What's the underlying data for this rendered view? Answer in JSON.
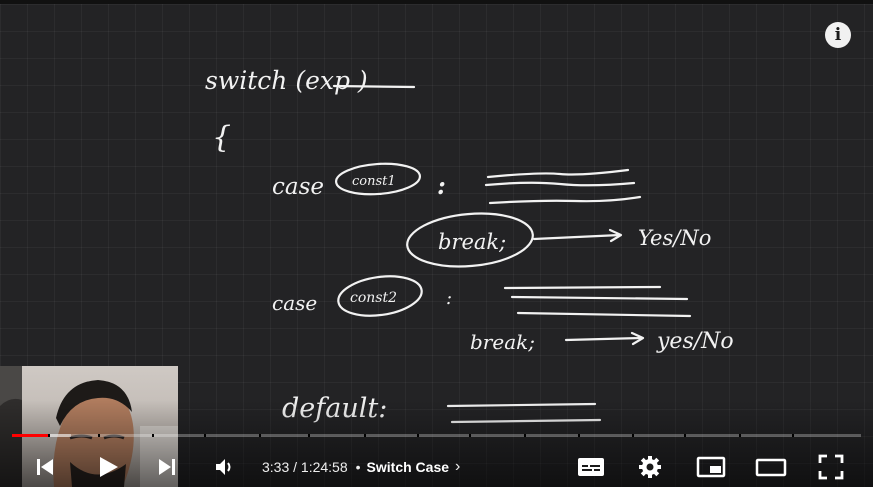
{
  "player": {
    "current_time": "3:33",
    "separator": " / ",
    "duration": "1:24:58",
    "chapter_dot": "•",
    "chapter_title": "Switch Case",
    "chapter_chevron": "›",
    "progress_played_fraction": 0.042,
    "progress_loaded_fraction": 0.07,
    "accent_color": "#ff0000"
  },
  "controls": {
    "left": [
      "previous-icon",
      "play-icon",
      "next-icon",
      "volume-icon"
    ],
    "right": [
      "subtitles-icon",
      "settings-icon",
      "miniplayer-icon",
      "theater-icon",
      "fullscreen-icon"
    ]
  },
  "overlay": {
    "info_label": "i"
  },
  "whiteboard": {
    "line1": "switch (exp )",
    "brace": "{",
    "case1_keyword": "case",
    "case1_const": "const1",
    "case1_colon": ":",
    "break1": "break;",
    "break1_note": "Yes/No",
    "case2_keyword": "case",
    "case2_const": "const2",
    "case2_colon": ":",
    "break2": "break;",
    "break2_note": "yes/No",
    "default_label": "default:"
  }
}
